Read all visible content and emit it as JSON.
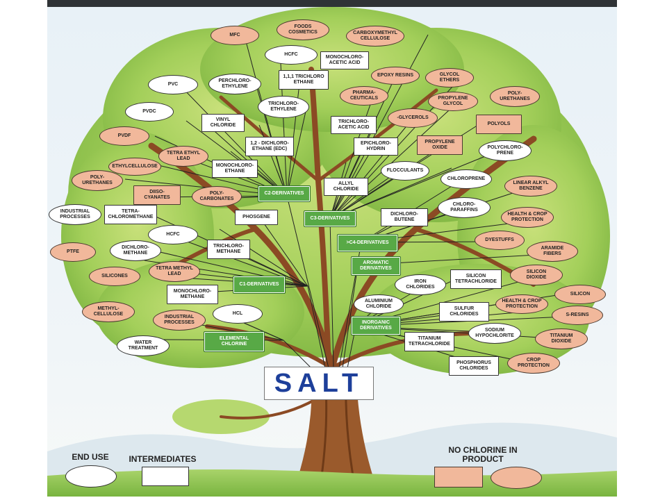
{
  "diagram": {
    "root_label": "SALT",
    "colors": {
      "end_use": "#ffffff",
      "intermediate": "#ffffff",
      "no_chlorine": "#f1b89b",
      "derivative": "#58a946",
      "root_text": "#1d3f9a"
    },
    "nodes": [
      {
        "id": "mfc",
        "type": "no_chlorine_ellipse",
        "label": "MFC"
      },
      {
        "id": "foods_cosmetics",
        "type": "no_chlorine_ellipse",
        "label": "FOODS\nCOSMETICS"
      },
      {
        "id": "carboxymethyl_cellulose",
        "type": "no_chlorine_ellipse",
        "label": "CARBOXYMETHYL\nCELLULOSE"
      },
      {
        "id": "hcfc_top",
        "type": "end_use",
        "label": "HCFC"
      },
      {
        "id": "monochloro_acetic_acid",
        "type": "intermediate",
        "label": "MONOCHLORO-\nACETIC ACID"
      },
      {
        "id": "pvc",
        "type": "end_use",
        "label": "PVC"
      },
      {
        "id": "perchloro_ethylene",
        "type": "end_use",
        "label": "PERCHLORO-\nETHYLENE"
      },
      {
        "id": "trichloro_ethane",
        "type": "intermediate",
        "label": "1,1,1 TRICHLORO\nETHANE"
      },
      {
        "id": "epoxy_resins",
        "type": "no_chlorine_ellipse",
        "label": "EPOXY RESINS"
      },
      {
        "id": "glycol_ethers",
        "type": "no_chlorine_ellipse",
        "label": "GLYCOL\nETHERS"
      },
      {
        "id": "pharmaceuticals",
        "type": "no_chlorine_ellipse",
        "label": "PHARMA-\nCEUTICALS"
      },
      {
        "id": "propylene_glycol",
        "type": "no_chlorine_ellipse",
        "label": "PROPYLENE\nGLYCOL"
      },
      {
        "id": "polyurethanes_right",
        "type": "no_chlorine_ellipse",
        "label": "POLY-\nURETHANES"
      },
      {
        "id": "pvdc",
        "type": "end_use",
        "label": "PVDC"
      },
      {
        "id": "trichloro_ethylene",
        "type": "end_use",
        "label": "TRICHLORO-\nETHYLENE"
      },
      {
        "id": "vinyl_chloride",
        "type": "intermediate",
        "label": "VINYL\nCHLORIDE"
      },
      {
        "id": "trichloro_acetic_acid",
        "type": "intermediate",
        "label": "TRICHLORO-\nACETIC ACID"
      },
      {
        "id": "glycerols",
        "type": "no_chlorine_ellipse",
        "label": "-GLYCEROLS"
      },
      {
        "id": "polyols",
        "type": "no_chlorine_rect",
        "label": "POLYOLS"
      },
      {
        "id": "pvdf",
        "type": "no_chlorine_ellipse",
        "label": "PVDF"
      },
      {
        "id": "edc",
        "type": "intermediate",
        "label": "1,2 - DICHLORO-\nETHANE (EDC)"
      },
      {
        "id": "epichlorohydrin",
        "type": "intermediate",
        "label": "EPICHLORO-\nHYDRIN"
      },
      {
        "id": "propylene_oxide",
        "type": "no_chlorine_rect",
        "label": "PROPYLENE\nOXIDE"
      },
      {
        "id": "polychloroprene",
        "type": "end_use",
        "label": "POLYCHLORO-\nPRENE"
      },
      {
        "id": "tetra_ethyl_lead",
        "type": "no_chlorine_ellipse",
        "label": "TETRA ETHYL\nLEAD"
      },
      {
        "id": "ethylcellulose",
        "type": "no_chlorine_ellipse",
        "label": "ETHYLCELLULOSE"
      },
      {
        "id": "monochloro_ethane",
        "type": "intermediate",
        "label": "MONOCHLORO-\nETHANE"
      },
      {
        "id": "flocculants",
        "type": "end_use",
        "label": "FLOCCULANTS"
      },
      {
        "id": "chloroprene",
        "type": "end_use",
        "label": "CHLOROPRENE"
      },
      {
        "id": "polyurethanes_left",
        "type": "no_chlorine_ellipse",
        "label": "POLY-\nURETHANES"
      },
      {
        "id": "allyl_chloride",
        "type": "intermediate",
        "label": "ALLYL\nCHLORIDE"
      },
      {
        "id": "linear_alkyl_benzene",
        "type": "no_chlorine_ellipse",
        "label": "LINEAR ALKYL\nBENZENE"
      },
      {
        "id": "c2_derivatives",
        "type": "derivative",
        "label": "C2-DERIVATIVES"
      },
      {
        "id": "diisocyanates",
        "type": "no_chlorine_rect",
        "label": "DIISO-\nCYANATES"
      },
      {
        "id": "polycarbonates",
        "type": "no_chlorine_ellipse",
        "label": "POLY-\nCARBONATES"
      },
      {
        "id": "chloroparaffins",
        "type": "end_use",
        "label": "CHLORO-\nPARAFFINS"
      },
      {
        "id": "industrial_processes_top",
        "type": "end_use",
        "label": "INDUSTRIAL\nPROCESSES"
      },
      {
        "id": "tetrachloromethane",
        "type": "intermediate",
        "label": "TETRA-\nCHLOROMETHANE"
      },
      {
        "id": "phosgene",
        "type": "intermediate",
        "label": "PHOSGENE"
      },
      {
        "id": "c3_derivatives",
        "type": "derivative",
        "label": "C3-DERIVATIVES"
      },
      {
        "id": "dichlorobutene",
        "type": "intermediate",
        "label": "DICHLORO-\nBUTENE"
      },
      {
        "id": "health_crop_protection_top",
        "type": "no_chlorine_ellipse",
        "label": "HEALTH & CROP\nPROTECTION"
      },
      {
        "id": "hcfc_mid",
        "type": "end_use",
        "label": "HCFC"
      },
      {
        "id": "c4_derivatives",
        "type": "derivative",
        "label": ">C4-DERIVATIVES"
      },
      {
        "id": "dyestuffs",
        "type": "no_chlorine_ellipse",
        "label": "DYESTUFFS"
      },
      {
        "id": "ptfe",
        "type": "no_chlorine_ellipse",
        "label": "PTFE"
      },
      {
        "id": "dichloromethane",
        "type": "end_use",
        "label": "DICHLORO-\nMETHANE"
      },
      {
        "id": "trichloromethane",
        "type": "intermediate",
        "label": "TRICHLORO-\nMETHANE"
      },
      {
        "id": "aromatic_derivatives",
        "type": "derivative",
        "label": "AROMATIC\nDERIVATIVES"
      },
      {
        "id": "aramide_fibers",
        "type": "no_chlorine_ellipse",
        "label": "ARAMIDE\nFIBERS"
      },
      {
        "id": "silicones",
        "type": "no_chlorine_ellipse",
        "label": "SILICONES"
      },
      {
        "id": "tetra_methyl_lead",
        "type": "no_chlorine_ellipse",
        "label": "TETRA METHYL\nLEAD"
      },
      {
        "id": "iron_chlorides",
        "type": "end_use",
        "label": "IRON\nCHLORIDES"
      },
      {
        "id": "silicon_tetrachloride",
        "type": "intermediate",
        "label": "SILICON\nTETRACHLORIDE"
      },
      {
        "id": "silicon_dioxide",
        "type": "no_chlorine_ellipse",
        "label": "SILICON\nDIOXIDE"
      },
      {
        "id": "c1_derivatives",
        "type": "derivative",
        "label": "C1-DERIVATIVES"
      },
      {
        "id": "monochloro_methane",
        "type": "intermediate",
        "label": "MONOCHLORO-\nMETHANE"
      },
      {
        "id": "silicon",
        "type": "no_chlorine_ellipse",
        "label": "SILICON"
      },
      {
        "id": "aluminium_chloride",
        "type": "end_use",
        "label": "ALUMINIUM\nCHLORIDE"
      },
      {
        "id": "health_crop_protection_bottom",
        "type": "no_chlorine_ellipse",
        "label": "HEALTH & CROP\nPROTECTION"
      },
      {
        "id": "methylcellulose",
        "type": "no_chlorine_ellipse",
        "label": "METHYL-\nCELLULOSE"
      },
      {
        "id": "hcl",
        "type": "end_use",
        "label": "HCL"
      },
      {
        "id": "sulfur_chlorides",
        "type": "intermediate",
        "label": "SULFUR\nCHLORIDES"
      },
      {
        "id": "s_resins",
        "type": "no_chlorine_ellipse",
        "label": "S-RESINS"
      },
      {
        "id": "industrial_processes_bottom",
        "type": "no_chlorine_ellipse",
        "label": "INDUSTRIAL\nPROCESSES"
      },
      {
        "id": "inorganic_derivatives",
        "type": "derivative",
        "label": "INORGANIC\nDERIVATIVES"
      },
      {
        "id": "sodium_hypochlorite",
        "type": "end_use",
        "label": "SODIUM\nHYPOCHLORITE"
      },
      {
        "id": "titanium_dioxide",
        "type": "no_chlorine_ellipse",
        "label": "TITANIUM\nDIOXIDE"
      },
      {
        "id": "water_treatment",
        "type": "end_use",
        "label": "WATER\nTREATMENT"
      },
      {
        "id": "elemental_chlorine",
        "type": "derivative",
        "label": "ELEMENTAL\nCHLORINE"
      },
      {
        "id": "titanium_tetrachloride",
        "type": "intermediate",
        "label": "TITANIUM\nTETRACHLORIDE"
      },
      {
        "id": "crop_protection",
        "type": "no_chlorine_ellipse",
        "label": "CROP\nPROTECTION"
      },
      {
        "id": "phosphorus_chlorides",
        "type": "intermediate",
        "label": "PHOSPHORUS\nCHLORIDES"
      }
    ],
    "legend": {
      "end_use": "END USE",
      "intermediates": "INTERMEDIATES",
      "no_chlorine": "NO CHLORINE IN\nPRODUCT"
    }
  }
}
